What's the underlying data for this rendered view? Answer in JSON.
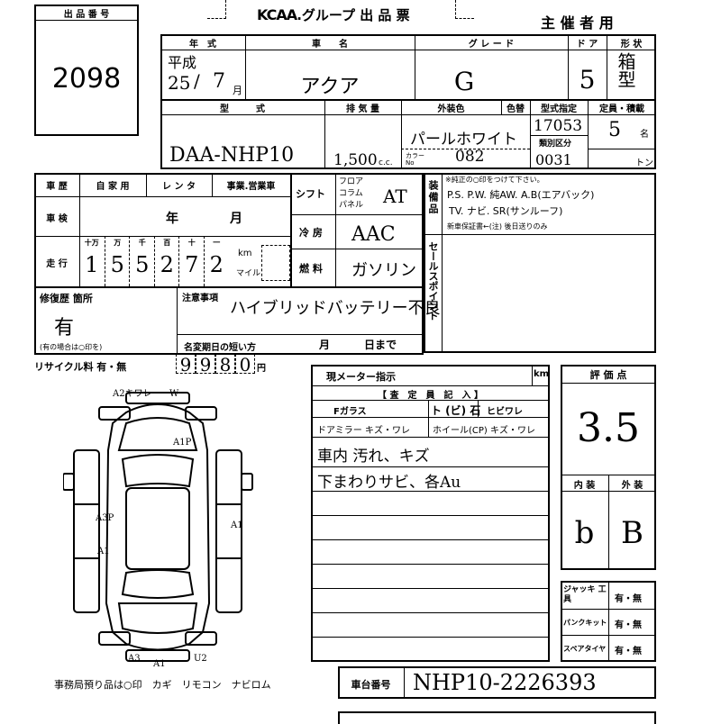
{
  "header": {
    "lot_label": "出 品 番 号",
    "lot_number": "2098",
    "brand": "KCAA",
    "title_rest": ".グループ 出 品 票",
    "host_use": "主 催 者 用"
  },
  "row1": {
    "year_label": "年　式",
    "make_label": "車　　名",
    "grade_label": "グ レ ー ド",
    "doors_label": "ド ア",
    "body_label": "形 状",
    "era": "平成",
    "year_num": "25",
    "year_unit": "/",
    "month_num": "7",
    "month_unit": "月",
    "car_name": "アクア",
    "grade": "G",
    "doors": "5",
    "body_shape": "箱型"
  },
  "row2": {
    "model_label": "型　　　式",
    "displacement_label": "排 気 量",
    "color_label": "外装色",
    "color_no_label": "色替",
    "model_designation_label": "型式指定",
    "capacity_label": "定員・積載",
    "category_label": "類別区分",
    "color_code_label": "カラー No",
    "model": "DAA-NHP10",
    "displacement": "1,500",
    "cc_unit": "c.c.",
    "color": "パールホワイト",
    "color_code": "082",
    "model_designation": "17053",
    "category": "0031",
    "capacity": "5",
    "capacity_unit": "名",
    "ton_unit": "トン"
  },
  "history": {
    "label": "車 歴",
    "options": [
      "自 家 用",
      "レ ン タ",
      "事業.営業車"
    ]
  },
  "inspection": {
    "label": "車 検",
    "year_unit": "年",
    "month_unit": "月"
  },
  "mileage": {
    "label": "走 行",
    "digit_labels": [
      "十万",
      "万",
      "千",
      "百",
      "十",
      "一"
    ],
    "digits": [
      "1",
      "5",
      "5",
      "2",
      "7",
      "2"
    ],
    "km_unit": "km",
    "mile_unit": "マイル"
  },
  "shift": {
    "label": "シフト",
    "options": [
      "フロア",
      "コラム",
      "パネル"
    ],
    "value": "AT"
  },
  "ac": {
    "label": "冷 房",
    "value": "AAC"
  },
  "fuel": {
    "label": "燃 料",
    "value": "ガソリン"
  },
  "equipment": {
    "label": "装備品",
    "note": "※純正の○印をつけて下さい。",
    "line1": "P.S. P.W. 純AW. A.B(エアバック)",
    "line2": "TV. ナビ. SR(サンルーフ)",
    "line3": "新車保証書←(注) 後日送りのみ"
  },
  "sales_points": {
    "label": "セールスポイント"
  },
  "repair": {
    "label": "修復歴 箇所",
    "value": "有",
    "note": "(有の場合は○印を)"
  },
  "caution": {
    "label": "注意事項",
    "value": "ハイブリッドバッテリー不良",
    "deadline_label": "名変期日の短い方",
    "month_unit": "月",
    "day_unit": "日まで"
  },
  "recycle": {
    "label": "リサイクル料 有・無",
    "amount": "9980",
    "unit": "円"
  },
  "diagram": {
    "annotations": [
      "A2キワレ",
      "W",
      "A1P",
      "A3P",
      "A1",
      "A1",
      "A3",
      "A1",
      "U2"
    ]
  },
  "office_items": "事務局預り品は○印　カギ　リモコン　ナビロム",
  "inspector": {
    "meter_label": "現メーター指示",
    "km_unit": "km",
    "section_label": "【 査　定　員　記　入 】",
    "glass_label": "Fガラス",
    "glass_options": "ト (ビ) 石",
    "crack_label": "ヒビワレ",
    "mirror_label": "ドアミラー キズ・ワレ",
    "wheel_label": "ホイール(CP) キズ・ワレ",
    "note_line1": "車内 汚れ、キズ",
    "note_line2": "下まわりサビ、各Au"
  },
  "score": {
    "label": "評 価 点",
    "value": "3.5",
    "interior_label": "内 装",
    "exterior_label": "外 装",
    "interior": "b",
    "exterior": "B"
  },
  "tools": [
    {
      "label": "ジャッキ 工 具",
      "value": "有・無"
    },
    {
      "label": "パンクキット",
      "value": "有・無"
    },
    {
      "label": "スペアタイヤ",
      "value": "有・無"
    }
  ],
  "chassis": {
    "label": "車台番号",
    "value": "NHP10-2226393"
  }
}
